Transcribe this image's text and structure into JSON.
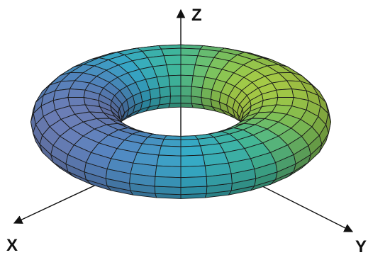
{
  "axes": {
    "x_label": "X",
    "y_label": "Y",
    "z_label": "Z"
  },
  "colors": {
    "background": "#ffffff",
    "axis": "#111111",
    "mesh_line": "#1a1a1a",
    "surface_stops": [
      "#d8e03a",
      "#8fd25a",
      "#45c6a8",
      "#3ab8d8",
      "#5a8fcf",
      "#8f7fb8"
    ]
  },
  "surface": {
    "type": "torus",
    "mesh": "rectangular-grid"
  }
}
